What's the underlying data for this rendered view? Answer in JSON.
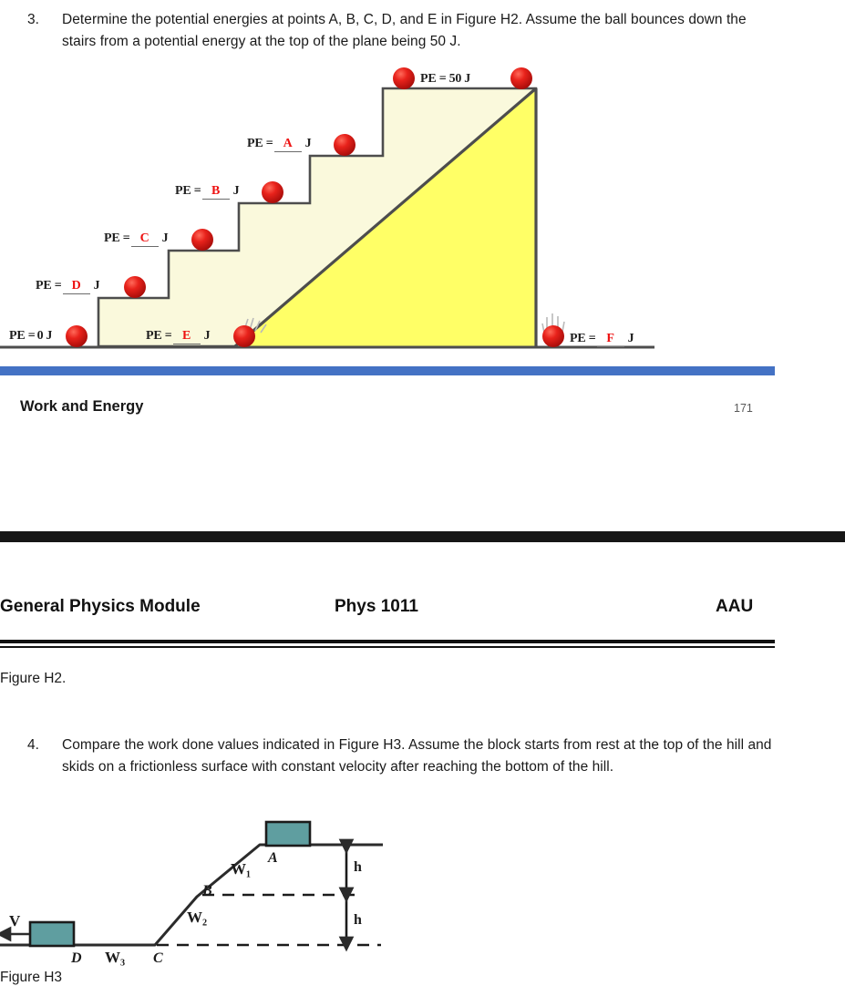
{
  "document": {
    "questions": [
      {
        "number": "3.",
        "text": "Determine the potential energies at points A, B, C, D, and E in Figure H2. Assume the ball bounces down the stairs from a potential energy at the top of the plane being 50 J."
      },
      {
        "number": "4.",
        "text": "Compare the work done values indicated in Figure H3. Assume the block starts from rest at the top of the hill and skids on a frictionless surface with constant velocity after reaching the bottom of the hill."
      }
    ],
    "captions": {
      "figure_h2": "Figure H2.",
      "figure_h3": "Figure H3"
    }
  },
  "footer": {
    "title": "Work and Energy",
    "page_number": "171",
    "rule_color": "#4472C4"
  },
  "header": {
    "left": "General Physics Module",
    "middle": "Phys 1011",
    "right": "AAU"
  },
  "figure_h2": {
    "name": "staircase-potential-energy-diagram",
    "colors": {
      "stairs_fill": "#FAF9DC",
      "ramp_fill": "#FFFF66",
      "outline": "#4d4d4d",
      "ball": "#E01B1B",
      "blank_text": "#EE1111"
    },
    "top_label": {
      "prefix": "PE =",
      "value": "50",
      "unit": "J"
    },
    "labels": [
      {
        "id": "A",
        "prefix": "PE =",
        "blank": "A",
        "unit": "J"
      },
      {
        "id": "B",
        "prefix": "PE =",
        "blank": "B",
        "unit": "J"
      },
      {
        "id": "C",
        "prefix": "PE =",
        "blank": "C",
        "unit": "J"
      },
      {
        "id": "D",
        "prefix": "PE =",
        "blank": "D",
        "unit": "J"
      },
      {
        "id": "E",
        "prefix": "PE =",
        "blank": "E",
        "unit": "J"
      },
      {
        "id": "F",
        "prefix": "PE =",
        "blank": "F",
        "unit": "J"
      }
    ],
    "ground_label": {
      "prefix": "PE =",
      "value": "0",
      "unit": "J"
    }
  },
  "figure_h3": {
    "name": "hill-work-done-diagram",
    "colors": {
      "block_fill": "#5F9EA0",
      "block_stroke": "#1b1b1b",
      "line": "#2b2b2b"
    },
    "points": [
      "A",
      "B",
      "C",
      "D"
    ],
    "work_labels": [
      "W₁",
      "W₂",
      "W₃"
    ],
    "velocity_label": "V",
    "height_labels": [
      "h",
      "h"
    ]
  }
}
